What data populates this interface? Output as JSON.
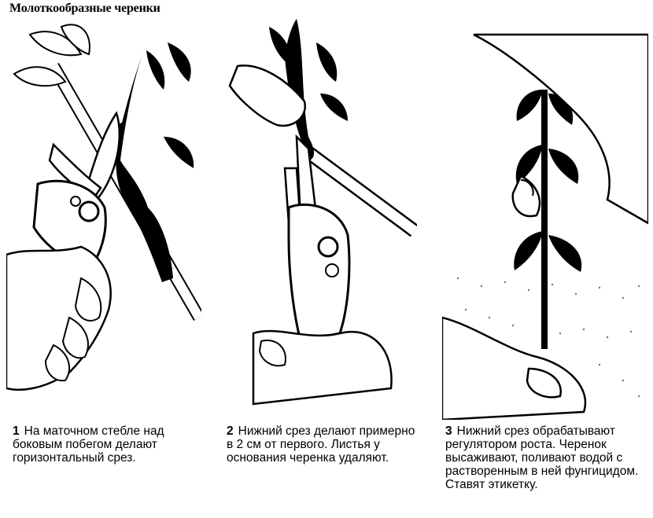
{
  "title": "Молоткообразные черенки",
  "steps": [
    {
      "number": "1",
      "text": "На маточном стебле над боковым побегом делают горизонтальный срез."
    },
    {
      "number": "2",
      "text": "Нижний срез делают примерно в 2 см от первого. Листья у основания черенка удаляют."
    },
    {
      "number": "3",
      "text": "Нижний срез обрабатывают регулятором роста. Черенок высаживают, поливают водой с растворенным в ней фунгицидом. Ставят этикетку."
    }
  ]
}
